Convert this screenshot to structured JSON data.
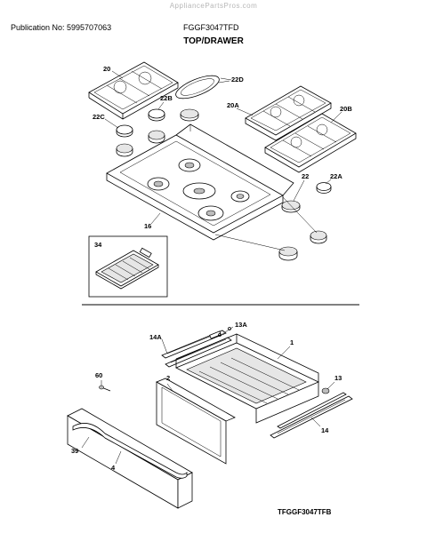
{
  "header": {
    "watermark": "AppliancePartsPros.com",
    "publication": "Publication No: 5995707063",
    "model": "FGGF3047TFD",
    "section_title": "TOP/DRAWER"
  },
  "footer": {
    "code": "TFGGF3047TFB"
  },
  "callouts": {
    "c20": "20",
    "c22d": "22D",
    "c22b": "22B",
    "c22c": "22C",
    "c20a": "20A",
    "c20b": "20B",
    "c22": "22",
    "c22a": "22A",
    "c16": "16",
    "c34": "34",
    "c14a": "14A",
    "c13a": "13A",
    "c1": "1",
    "c60": "60",
    "c2": "2",
    "c13": "13",
    "c39": "39",
    "c4": "4",
    "c14": "14"
  }
}
